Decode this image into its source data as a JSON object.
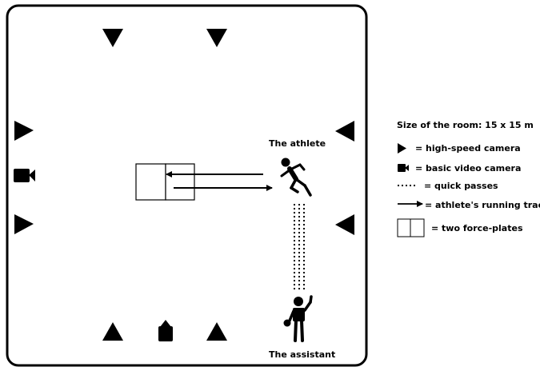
{
  "room": {
    "athlete_label": "The athlete",
    "assistant_label": "The assistant"
  },
  "legend": {
    "title": "Size of the room: 15 x 15 m",
    "items": [
      {
        "icon": "high-speed-camera-icon",
        "text": "= high-speed camera"
      },
      {
        "icon": "basic-video-camera-icon",
        "text": "= basic video camera"
      },
      {
        "icon": "dotted-line-icon",
        "text": "= quick passes"
      },
      {
        "icon": "arrow-icon",
        "text": "= athlete's running track"
      },
      {
        "icon": "force-plate-icon",
        "text": "= two force-plates"
      }
    ]
  },
  "colors": {
    "ink": "#000000",
    "background": "#ffffff"
  }
}
